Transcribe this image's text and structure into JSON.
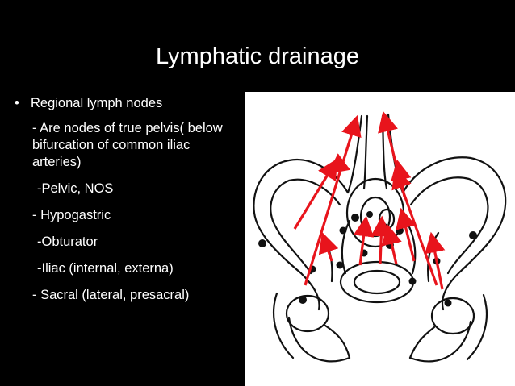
{
  "slide": {
    "title": "Lymphatic drainage",
    "bullet_symbol": "•",
    "bullet": "Regional lymph nodes",
    "lines": [
      "- Are nodes of true pelvis( below bifurcation of common iliac arteries)",
      "-Pelvic, NOS",
      "- Hypogastric",
      "-Obturator",
      "-Iliac (internal, externa)",
      "- Sacral (lateral, presacral)"
    ]
  },
  "figure": {
    "icon": "pelvis-lymph-drainage-diagram",
    "arrow_color": "#e8141c",
    "line_color": "#111111",
    "background": "#ffffff"
  }
}
